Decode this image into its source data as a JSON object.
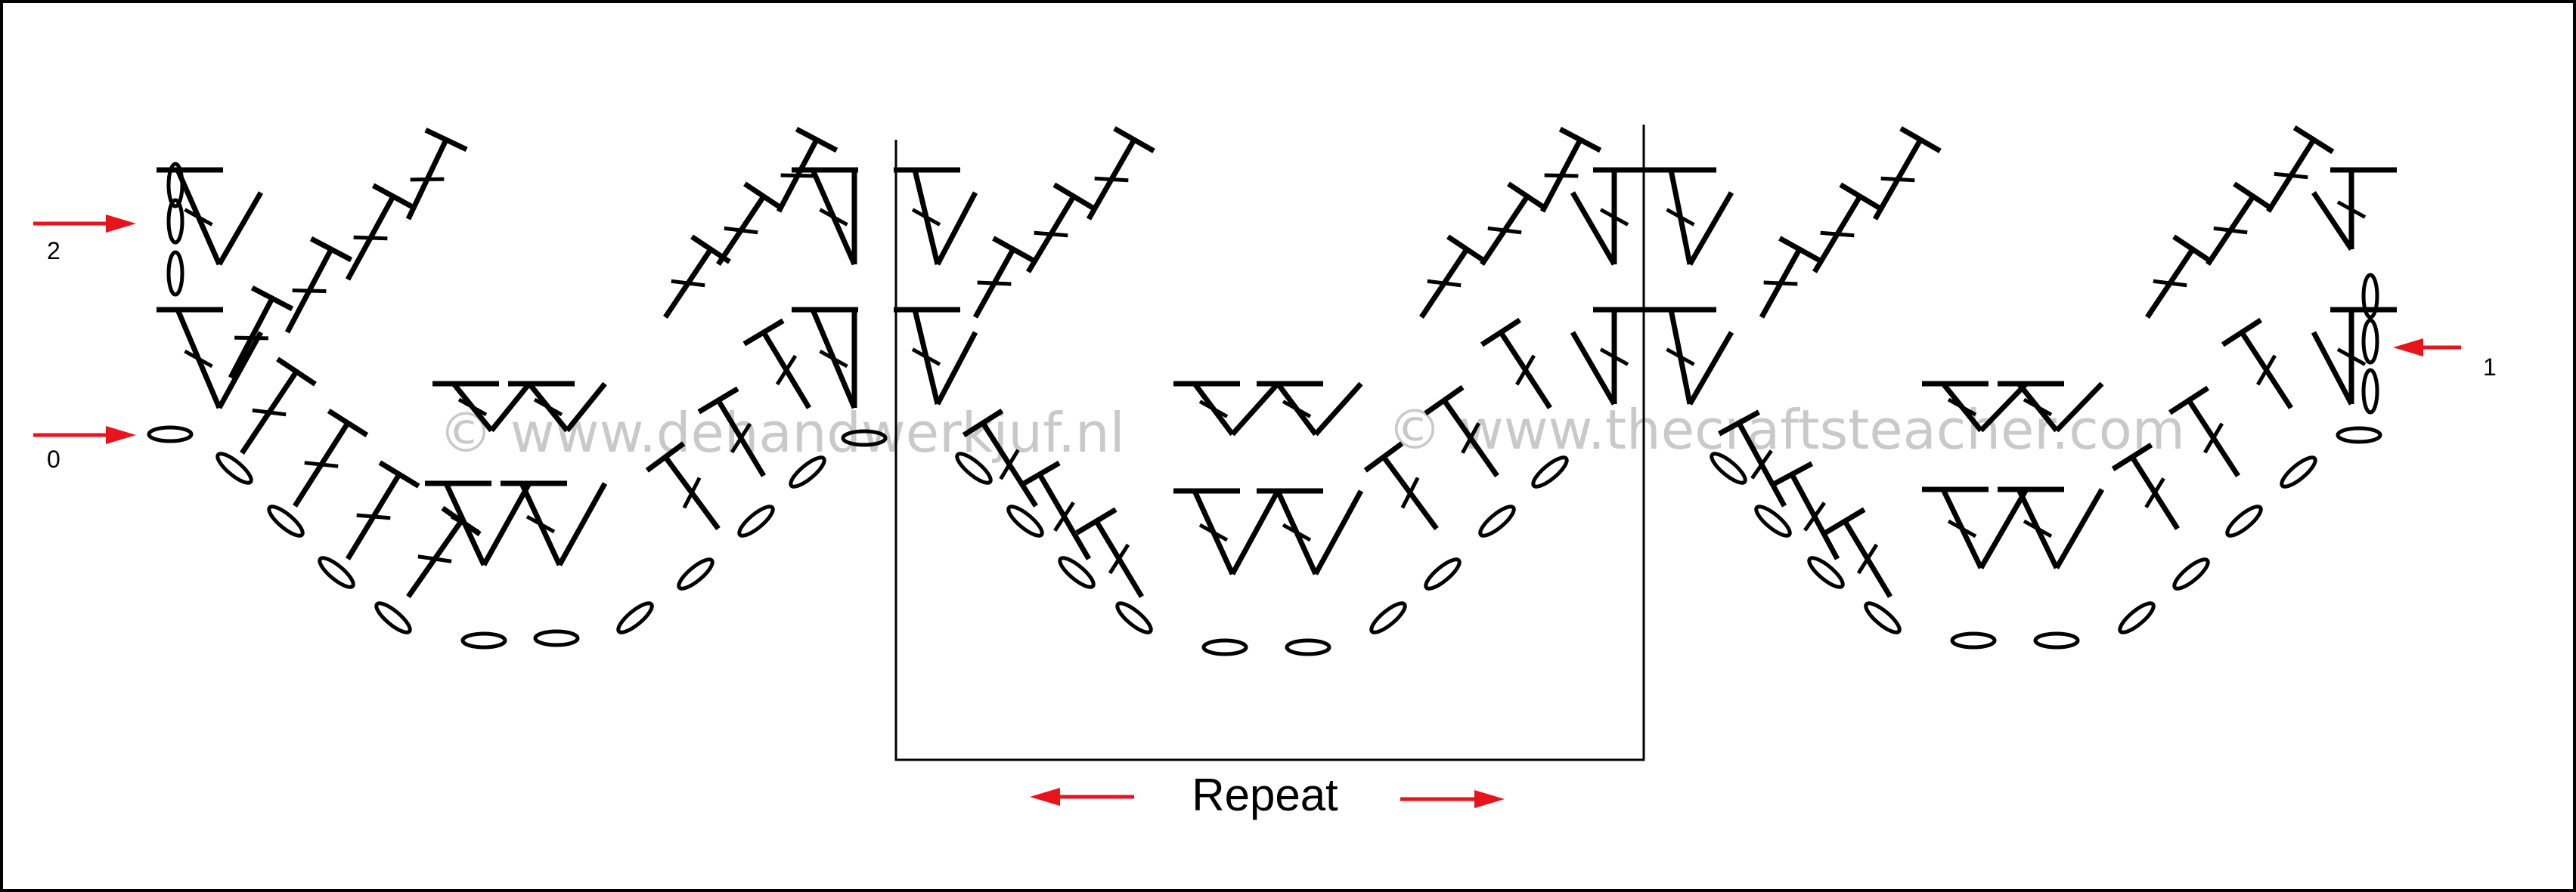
{
  "diagram": {
    "type": "crochet-stitch-chart",
    "row_markers": [
      {
        "label": "2",
        "side": "left",
        "row": 2
      },
      {
        "label": "0",
        "side": "left",
        "row": 0
      },
      {
        "label": "1",
        "side": "right",
        "row": 1
      }
    ],
    "repeat_label": "Repeat",
    "watermarks": [
      "© www.dehandwerkjuf.nl",
      "© www.thecraftsteacher.com"
    ],
    "stitches": {
      "chain": "chain-icon",
      "double_crochet": "double-crochet-icon",
      "cluster": "double-crochet-cluster-icon",
      "fan": "double-crochet-fan-icon"
    },
    "colors": {
      "arrow": "#e8141c",
      "ink": "#000000",
      "watermark": "#c9c9c9",
      "frame": "#000000"
    }
  }
}
